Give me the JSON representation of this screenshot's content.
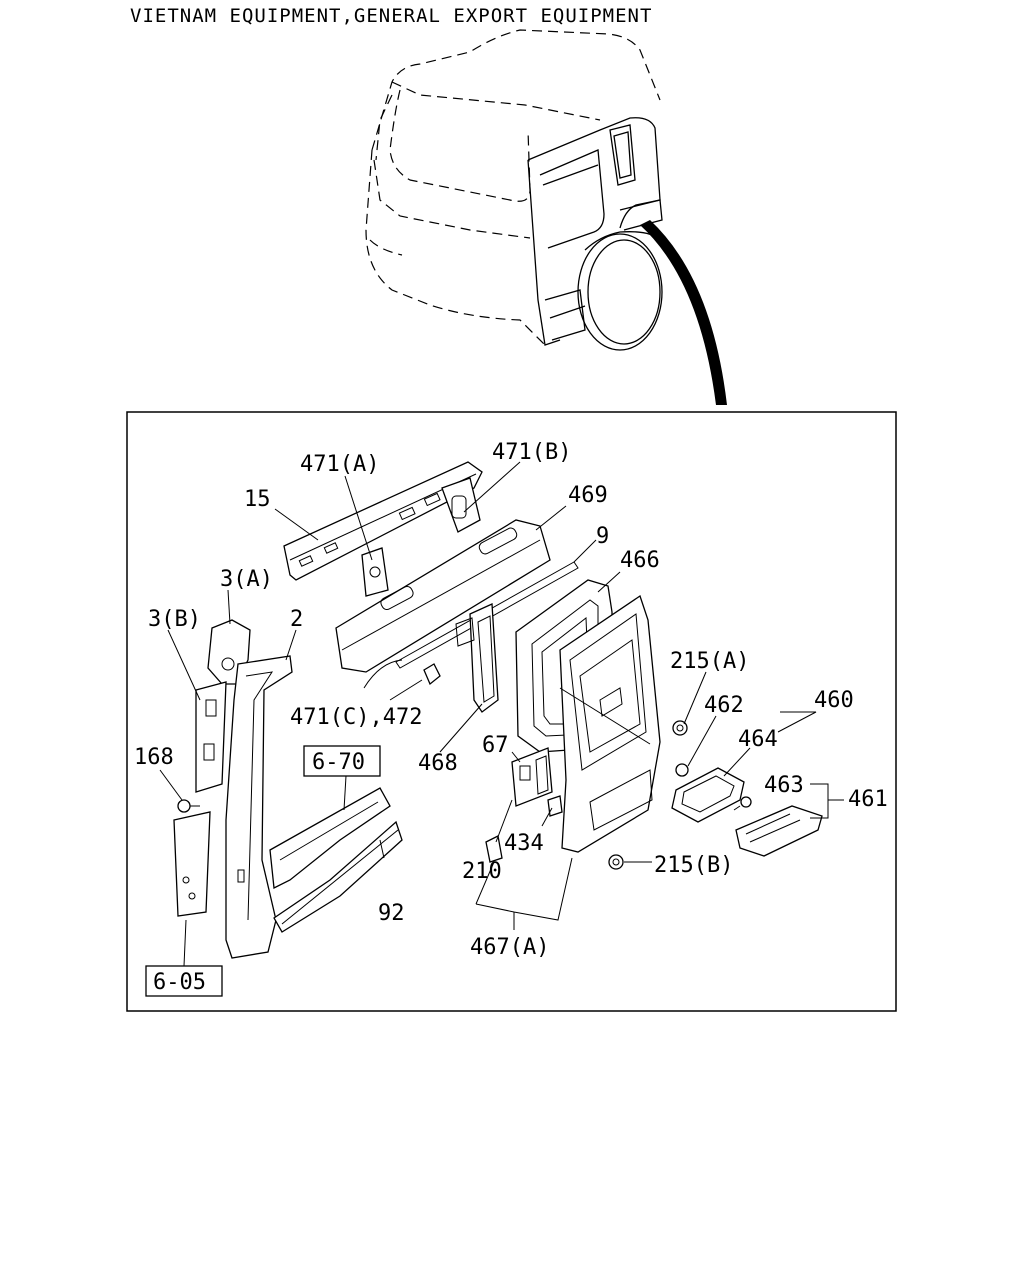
{
  "header": {
    "title": "VIETNAM EQUIPMENT,GENERAL EXPORT EQUIPMENT"
  },
  "callouts": {
    "c471a": "471(A)",
    "c471b": "471(B)",
    "c15": "15",
    "c469": "469",
    "c9": "9",
    "c466": "466",
    "c3a": "3(A)",
    "c3b": "3(B)",
    "c2": "2",
    "c215a": "215(A)",
    "c460": "460",
    "c462": "462",
    "c464": "464",
    "c471c": "471(C),472",
    "c463": "463",
    "c461": "461",
    "c168": "168",
    "c468": "468",
    "c67": "67",
    "c434": "434",
    "c215b": "215(B)",
    "c210": "210",
    "c92": "92",
    "c467a": "467(A)"
  },
  "refs": {
    "r670": "6-70",
    "r605": "6-05"
  }
}
